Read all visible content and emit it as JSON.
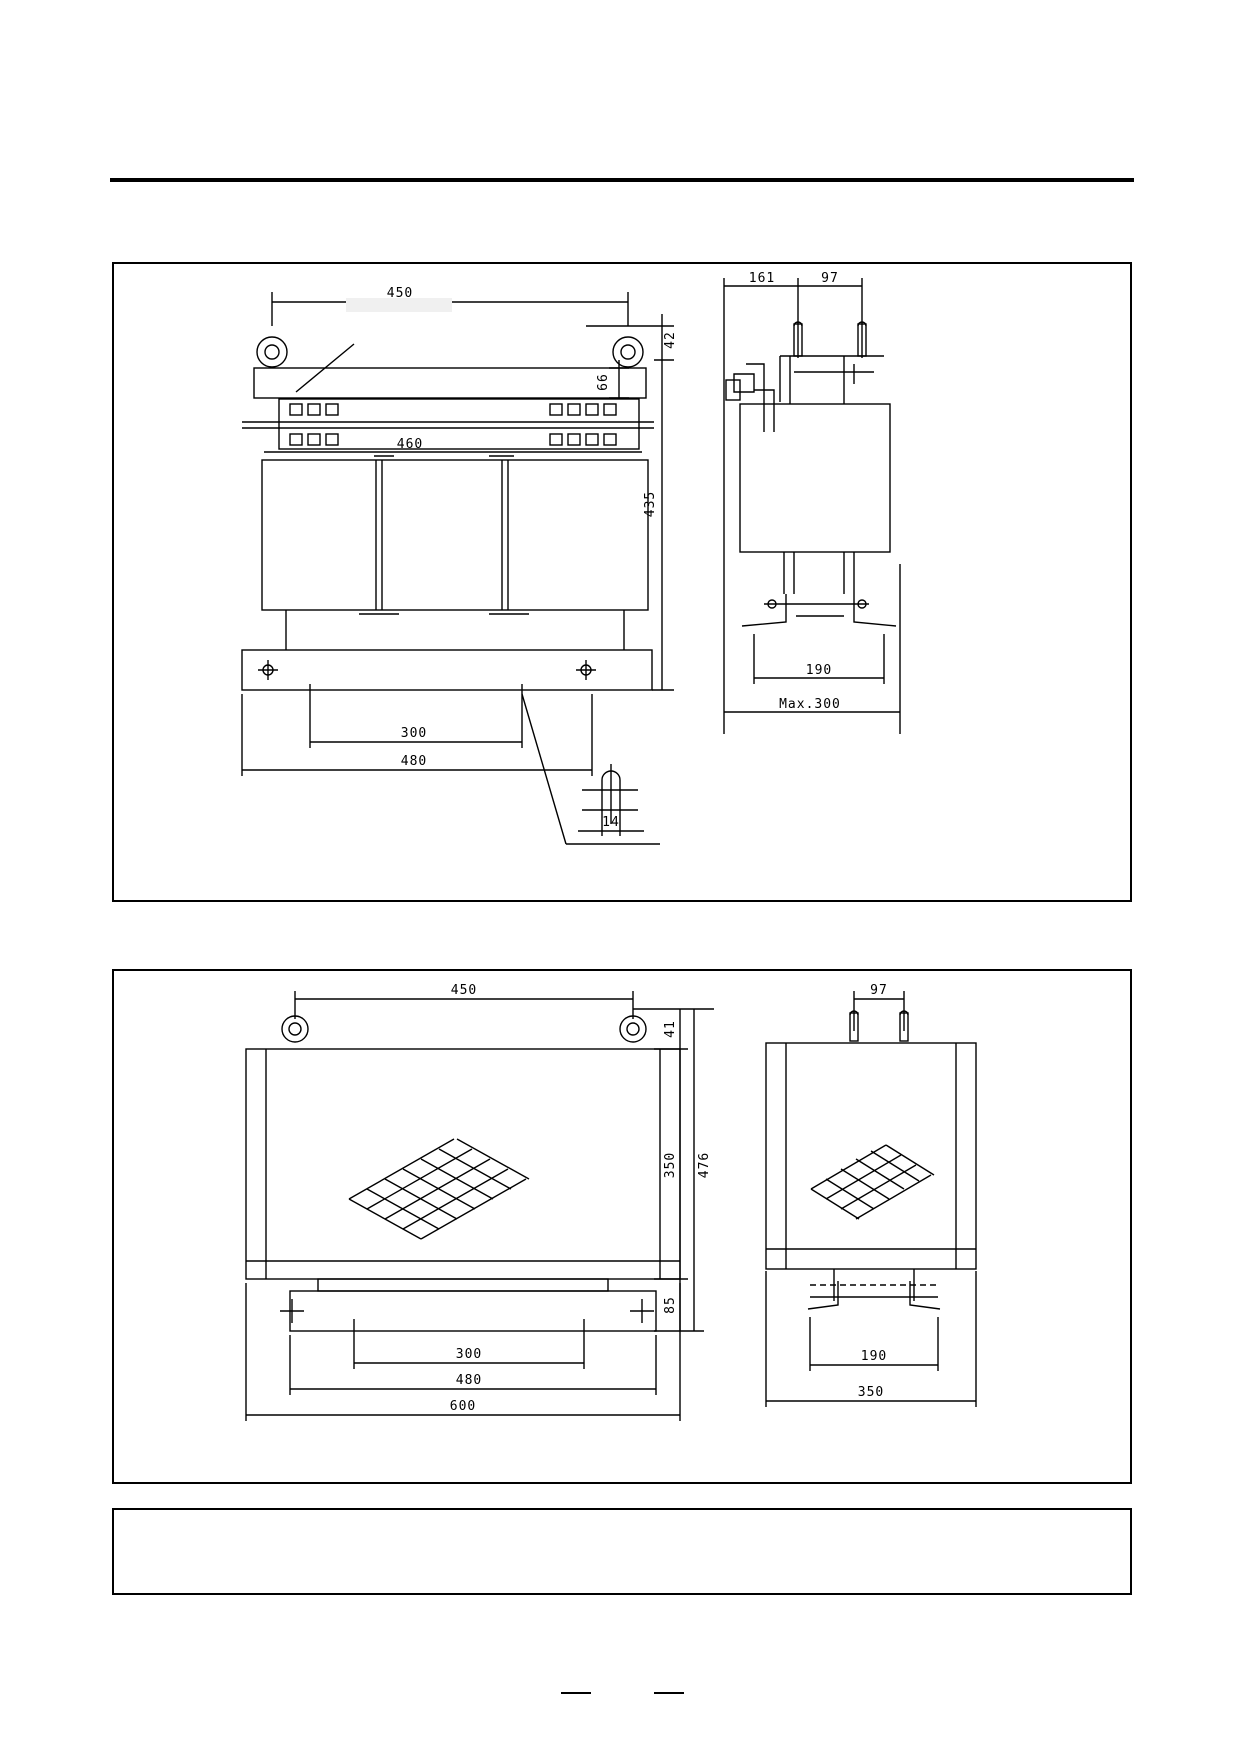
{
  "figure1": {
    "front": {
      "dim_lug_span": "450",
      "dim_top": "42",
      "dim_terminal": "66",
      "dim_height": "435",
      "dim_terminal_width": "460",
      "dim_hole_span": "300",
      "dim_base": "480",
      "dim_slot": "14"
    },
    "side": {
      "dim_offset": "161",
      "dim_terminal_pitch": "97",
      "dim_mount": "190",
      "dim_max_width": "Max.300"
    }
  },
  "figure2": {
    "front": {
      "dim_lug_span": "450",
      "dim_top": "41",
      "dim_body": "350",
      "dim_total": "476",
      "dim_base_h": "85",
      "dim_hole_span": "300",
      "dim_base": "480",
      "dim_width": "600"
    },
    "side": {
      "dim_terminal_pitch": "97",
      "dim_mount": "190",
      "dim_width": "350"
    }
  }
}
